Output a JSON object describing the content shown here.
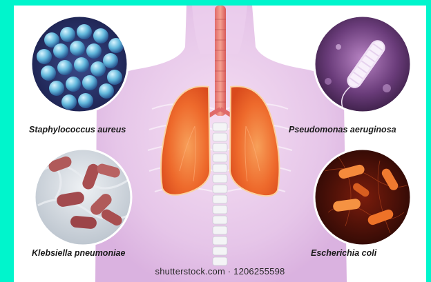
{
  "labels": {
    "top_left": "Staphylococcus aureus",
    "top_right": "Pseudomonas aeruginosa",
    "bottom_left": "Klebsiella pneumoniae",
    "bottom_right": "Escherichia coli"
  },
  "watermark": "shutterstock.com · 1206255598",
  "colors": {
    "frame_border": "#00f5cc",
    "lungs": "#f06a2a",
    "body": "#e6c6e8",
    "staph": "#5fb8d8",
    "pseudomonas_bg": "#4a2a5a",
    "klebsiella": "#b05a5a",
    "ecoli_bg": "#3a0c06",
    "ecoli_cells": "#f07a30"
  }
}
